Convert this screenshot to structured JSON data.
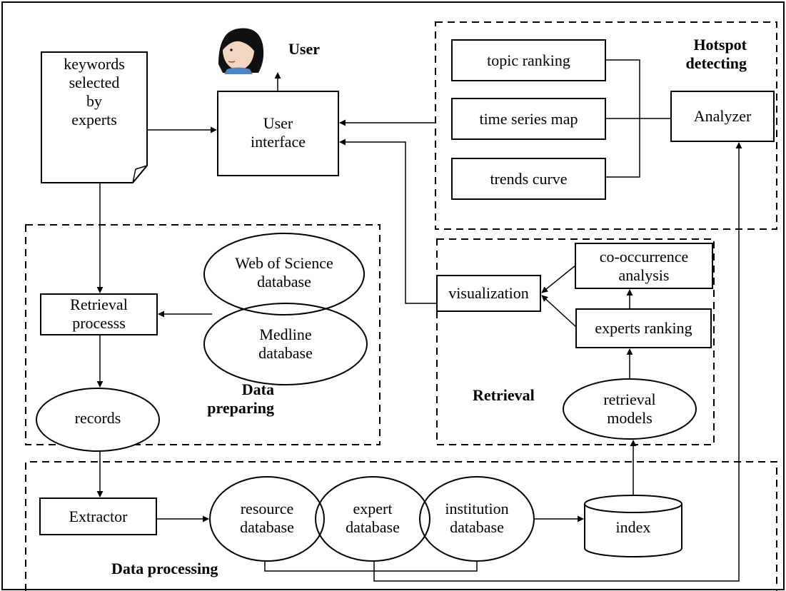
{
  "user": {
    "label": "User"
  },
  "keywords_doc": {
    "lines": [
      "keywords",
      "selected",
      "by",
      "experts"
    ]
  },
  "user_interface": {
    "lines": [
      "User",
      "interface"
    ]
  },
  "hotspot": {
    "title_lines": [
      "Hotspot",
      "detecting"
    ],
    "topic_ranking": "topic ranking",
    "time_series_map": "time series map",
    "trends_curve": "trends curve",
    "analyzer": "Analyzer"
  },
  "data_preparing": {
    "title_lines": [
      "Data",
      "preparing"
    ],
    "wos_lines": [
      "Web of Science",
      "database"
    ],
    "medline_lines": [
      "Medline",
      "database"
    ],
    "retrieval_process_lines": [
      "Retrieval",
      "processs"
    ],
    "records": "records"
  },
  "retrieval": {
    "title": "Retrieval",
    "visualization": "visualization",
    "cooccurrence_lines": [
      "co-occurrence",
      "analysis"
    ],
    "experts_ranking": "experts ranking",
    "retrieval_models_lines": [
      "retrieval",
      "models"
    ]
  },
  "data_processing": {
    "title": "Data processing",
    "extractor": "Extractor",
    "resource_lines": [
      "resource",
      "database"
    ],
    "expert_lines": [
      "expert",
      "database"
    ],
    "institution_lines": [
      "institution",
      "database"
    ],
    "index": "index"
  },
  "colors": {
    "stroke": "#000000",
    "face_skin": "#f2d6c2",
    "hair": "#111111",
    "shirt": "#4a86c5"
  }
}
